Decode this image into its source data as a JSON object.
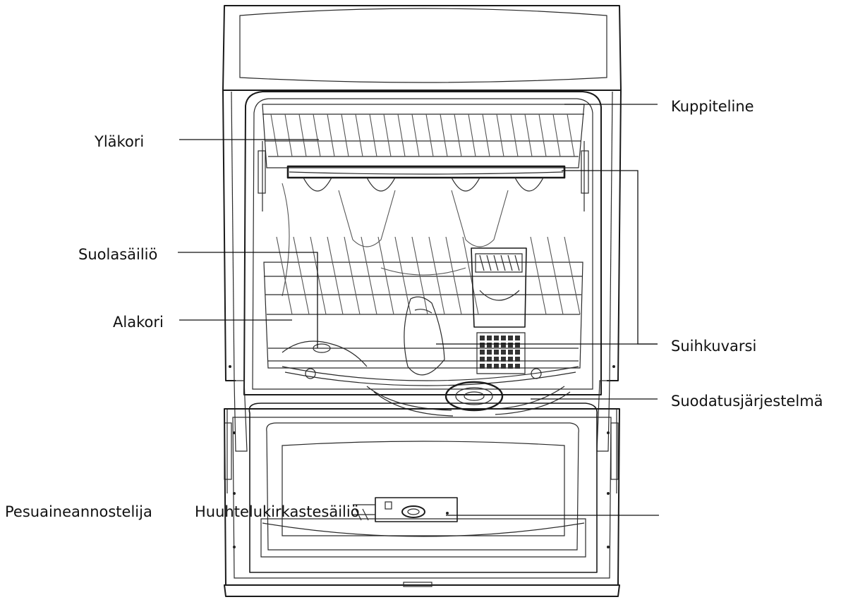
{
  "colors": {
    "line": "#111111",
    "outline": "#1a1a1a",
    "background": "#ffffff"
  },
  "labels": {
    "cup_rack": "Kuppiteline",
    "upper_basket": "Yläkori",
    "salt_container": "Suolasäiliö",
    "lower_basket": "Alakori",
    "spray_arm": "Suihkuvarsi",
    "filter_system": "Suodatusjärjestelmä",
    "detergent_dispenser": "Pesuaineannostelija",
    "rinse_aid_reservoir": "Huuhtelukirkastesäiliö"
  }
}
